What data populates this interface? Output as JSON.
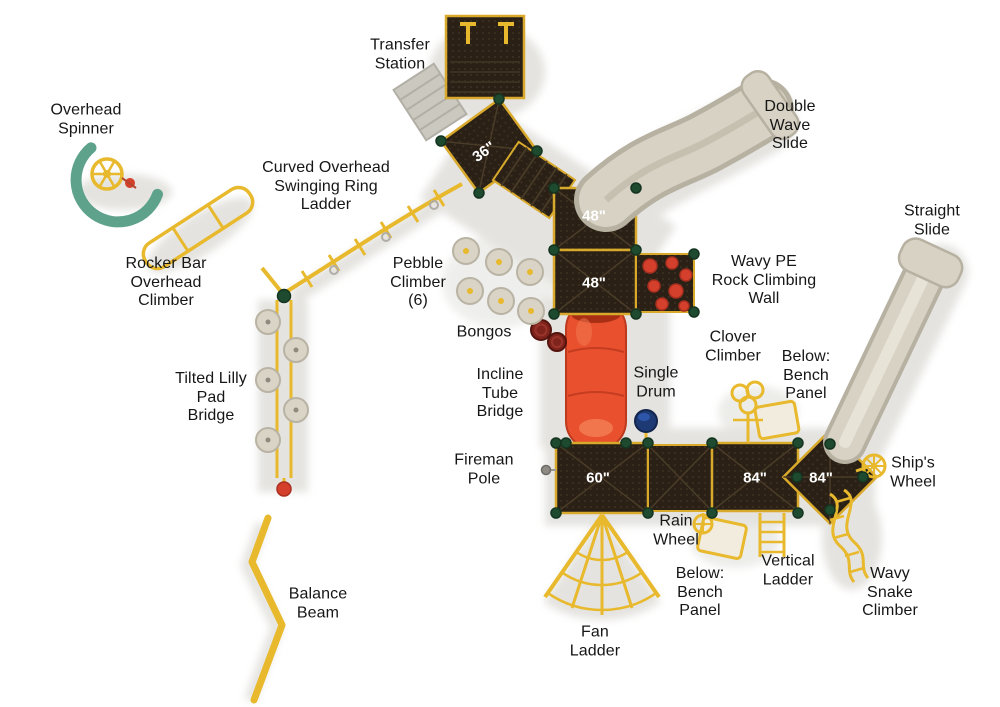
{
  "labels": {
    "transfer_station": "Transfer\nStation",
    "overhead_spinner": "Overhead\nSpinner",
    "curved_overhead_ladder": "Curved Overhead\nSwinging Ring\nLadder",
    "double_wave_slide": "Double\nWave\nSlide",
    "straight_slide": "Straight\nSlide",
    "rocker_bar_climber": "Rocker Bar\nOverhead\nClimber",
    "pebble_climber": "Pebble\nClimber\n(6)",
    "wavy_pe_wall": "Wavy PE\nRock Climbing\nWall",
    "bongos": "Bongos",
    "clover_climber": "Clover\nClimber",
    "below_bench_panel_upper": "Below:\nBench\nPanel",
    "tilted_lilly_pad_bridge": "Tilted Lilly\nPad\nBridge",
    "incline_tube_bridge": "Incline\nTube\nBridge",
    "single_drum": "Single\nDrum",
    "fireman_pole": "Fireman\nPole",
    "ships_wheel": "Ship's\nWheel",
    "rain_wheel": "Rain\nWheel",
    "vertical_ladder": "Vertical\nLadder",
    "below_bench_panel_lower": "Below:\nBench\nPanel",
    "wavy_snake_climber": "Wavy\nSnake\nClimber",
    "fan_ladder": "Fan\nLadder",
    "balance_beam": "Balance\nBeam"
  },
  "deck_sizes": {
    "deck_36": "36\"",
    "deck_48_upper": "48\"",
    "deck_48_lower": "48\"",
    "deck_60": "60\"",
    "deck_84_left": "84\"",
    "deck_84_right": "84\""
  },
  "colors": {
    "deck_brown": "#2a2016",
    "rail_yellow": "#e8b92d",
    "slide_beige": "#d7d2c4",
    "tube_red": "#e8502e",
    "post_green": "#1e4a30",
    "rock_red": "#d5402c",
    "drum_blue": "#1d3a75",
    "bongo_maroon": "#7e241d",
    "spinner_teal": "#5fa28b",
    "shadow_gray": "#d9d8d3",
    "label_text": "#161616",
    "background": "#ffffff"
  }
}
